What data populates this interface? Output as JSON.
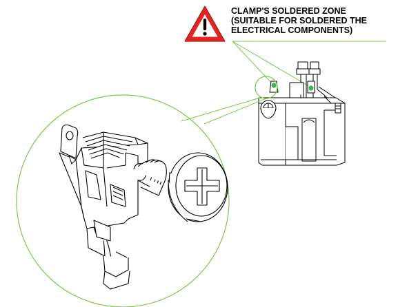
{
  "callout": {
    "lines": [
      "CLAMP'S SOLDERED ZONE",
      "(SUITABLE FOR SOLDERED THE",
      "ELECTRICAL COMPONENTS)"
    ]
  },
  "icons": {
    "warning": "warning-triangle-icon"
  },
  "colors": {
    "warning_fill": "#e8231f",
    "highlight_line": "#7ac943",
    "highlight_dot": "#3cb44a",
    "drawing_line": "#000000"
  }
}
